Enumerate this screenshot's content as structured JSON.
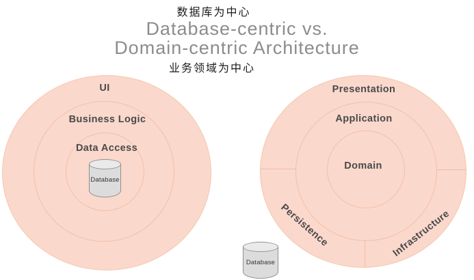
{
  "header": {
    "caption_database_centric_cn": "数据库为中心",
    "title_line1": "Database-centric vs.",
    "title_line2": "Domain-centric Architecture",
    "caption_domain_centric_cn": "业务领域为中心"
  },
  "left_diagram": {
    "type": "concentric-circles",
    "outer_label": "UI",
    "middle_label": "Business Logic",
    "inner_label": "Data Access",
    "database_label": "Database"
  },
  "right_diagram": {
    "type": "concentric-circles-segmented",
    "outer_top_label": "Presentation",
    "middle_label": "Application",
    "inner_label": "Domain",
    "outer_bottom_left_label": "Persistence",
    "outer_bottom_right_label": "Infrastructure",
    "database_label": "Database"
  },
  "colors": {
    "circle_fill": "#fbd8cc",
    "circle_border": "#f2c0a6",
    "cylinder_fill": "#dcdcdc",
    "cylinder_border": "#8f8f8f",
    "ring_label_text": "#4a4a4a",
    "title_text": "#8c8c8c",
    "caption_text": "#1a1a1a"
  }
}
